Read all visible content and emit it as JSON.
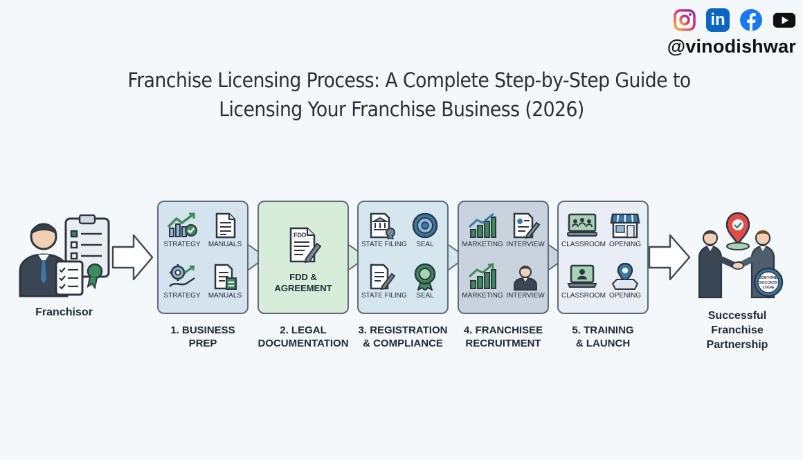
{
  "social": {
    "icons": [
      "instagram-icon",
      "linkedin-icon",
      "facebook-icon",
      "youtube-icon"
    ],
    "linkedin_text": "in",
    "handle": "@vinodishwar"
  },
  "title": {
    "line1": "Franchise Licensing Process: A Complete Step-by-Step Guide to",
    "line2": "Licensing Your Franchise Business (2026)"
  },
  "start": {
    "label": "Franchisor"
  },
  "end": {
    "line1": "Successful",
    "line2": "Franchise",
    "line3": "Partnership"
  },
  "steps": [
    {
      "line1": "1. BUSINESS",
      "line2": "PREP",
      "color": "#d5e3ef",
      "icons": [
        {
          "name": "strategy-chart-icon",
          "label": "STRATEGY"
        },
        {
          "name": "manual-document-icon",
          "label": "MANUALS"
        },
        {
          "name": "strategy-gear-icon",
          "label": "STRATEGY"
        },
        {
          "name": "manual-report-icon",
          "label": "MANUALS"
        }
      ]
    },
    {
      "line1": "2. LEGAL",
      "line2": "DOCUMENTATION",
      "color": "#d7ecd9",
      "icon": {
        "name": "fdd-document-icon",
        "doc_text": "FDD"
      },
      "center_line1": "FDD &",
      "center_line2": "AGREEMENT"
    },
    {
      "line1": "3. REGISTRATION",
      "line2": "& COMPLIANCE",
      "color": "#d5e6ef",
      "icons": [
        {
          "name": "state-filing-icon",
          "label": "STATE FILING"
        },
        {
          "name": "seal-icon",
          "label": "SEAL"
        },
        {
          "name": "state-filing-document-icon",
          "label": "STATE FILING"
        },
        {
          "name": "seal-ribbon-icon",
          "label": "SEAL"
        }
      ]
    },
    {
      "line1": "4. FRANCHISEE",
      "line2": "RECRUITMENT",
      "color": "#c9d3de",
      "icons": [
        {
          "name": "marketing-chart-icon",
          "label": "MARKETING"
        },
        {
          "name": "interview-document-icon",
          "label": "INTERVIEW"
        },
        {
          "name": "marketing-growth-icon",
          "label": "MARKETING"
        },
        {
          "name": "interview-person-icon",
          "label": "INTERVIEW"
        }
      ]
    },
    {
      "line1": "5. TRAINING",
      "line2": "& LAUNCH",
      "color": "#e8eef3",
      "icons": [
        {
          "name": "classroom-icon",
          "label": "CLASSROOM"
        },
        {
          "name": "storefront-icon",
          "label": "OPENING"
        },
        {
          "name": "classroom-laptop-icon",
          "label": "CLASSROOM"
        },
        {
          "name": "location-pin-icon",
          "label": "OPENING"
        }
      ]
    }
  ],
  "badge_text": {
    "line1": "JOEYONE",
    "line2": "SUCCESS",
    "line3": "LOGIE"
  },
  "colors": {
    "outline": "#5d6b78",
    "accent_green": "#3d8a5a",
    "accent_blue": "#3b78a8",
    "red_pin": "#e24b4b"
  }
}
